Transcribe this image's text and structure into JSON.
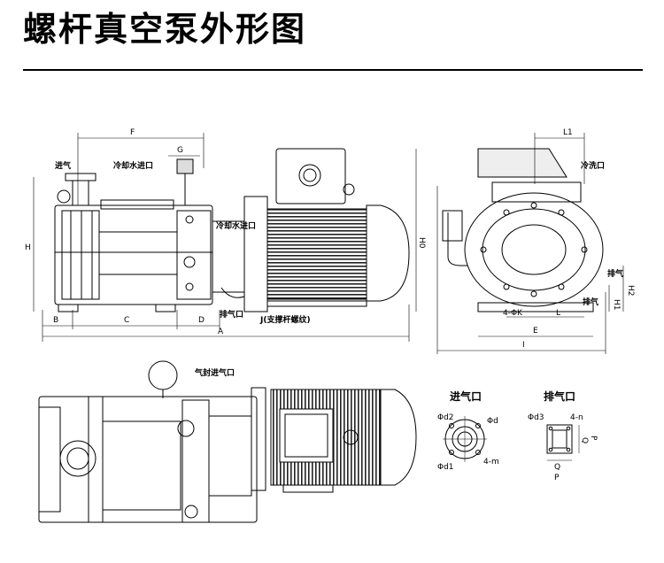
{
  "page": {
    "title": "螺杆真空泵外形图"
  },
  "labels": {
    "inlet": "进气",
    "cooling_in_top": "冷却水进口",
    "cooling_in_side": "冷却水进口",
    "exhaust_port": "排气口",
    "support_rod": "J(支撑杆螺纹)",
    "flush_port": "冷洗口",
    "exhaust_right": "排气",
    "exhaust_right2": "排气",
    "gas_seal_inlet": "气封进气口",
    "inlet_detail_title": "进气口",
    "exhaust_detail_title": "排气口"
  },
  "dimensions": {
    "F": "F",
    "G": "G",
    "H": "H",
    "H0": "H0",
    "B": "B",
    "C": "C",
    "D": "D",
    "A": "A",
    "L1": "L1",
    "H2": "H2",
    "H1": "H1",
    "fourK": "4-ΦK",
    "L": "L",
    "E": "E",
    "I": "I"
  },
  "inlet_detail": {
    "d2": "Φd2",
    "d": "Φd",
    "d1": "Φd1",
    "m": "4-m"
  },
  "exhaust_detail": {
    "d3": "Φd3",
    "n": "4-n",
    "Q": "Q",
    "P": "P",
    "Q2": "Q",
    "P2": "P"
  }
}
